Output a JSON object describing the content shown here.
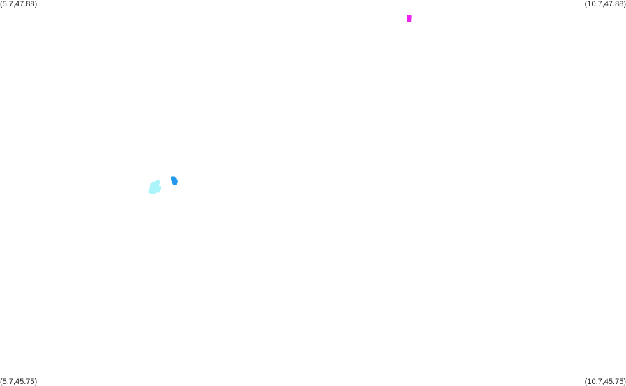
{
  "corners": {
    "top_left": "(5.7,47.88)",
    "top_right": "(10.7,47.88)",
    "bottom_left": "(5.7,45.75)",
    "bottom_right": "(10.7,45.75)"
  },
  "chart_data": {
    "type": "scatter",
    "xlim": [
      5.7,
      10.7
    ],
    "ylim": [
      45.75,
      47.88
    ],
    "grid": false,
    "colors": {
      "magenta": "#ee22ee",
      "blue": "#2299ee",
      "cyan": "#aaf4fa"
    },
    "series": [
      {
        "color": "magenta",
        "points": [
          [
            8.966,
            47.77
          ],
          [
            8.968,
            47.785
          ]
        ]
      },
      {
        "color": "blue",
        "points": [
          [
            7.083,
            46.89
          ],
          [
            7.093,
            46.887
          ],
          [
            7.09,
            46.873
          ],
          [
            7.1,
            46.875
          ],
          [
            7.095,
            46.865
          ]
        ]
      },
      {
        "color": "cyan",
        "points": [
          [
            6.92,
            46.858
          ],
          [
            6.928,
            46.862
          ],
          [
            6.94,
            46.852
          ],
          [
            6.952,
            46.865
          ],
          [
            6.962,
            46.87
          ],
          [
            6.918,
            46.845
          ],
          [
            6.935,
            46.84
          ],
          [
            6.948,
            46.848
          ],
          [
            6.958,
            46.842
          ],
          [
            6.91,
            46.835
          ],
          [
            6.925,
            46.828
          ],
          [
            6.94,
            46.832
          ],
          [
            6.955,
            46.835
          ],
          [
            6.968,
            46.838
          ],
          [
            6.905,
            46.822
          ],
          [
            6.918,
            46.815
          ],
          [
            6.932,
            46.82
          ],
          [
            6.962,
            46.825
          ],
          [
            6.945,
            46.826
          ]
        ]
      }
    ]
  }
}
